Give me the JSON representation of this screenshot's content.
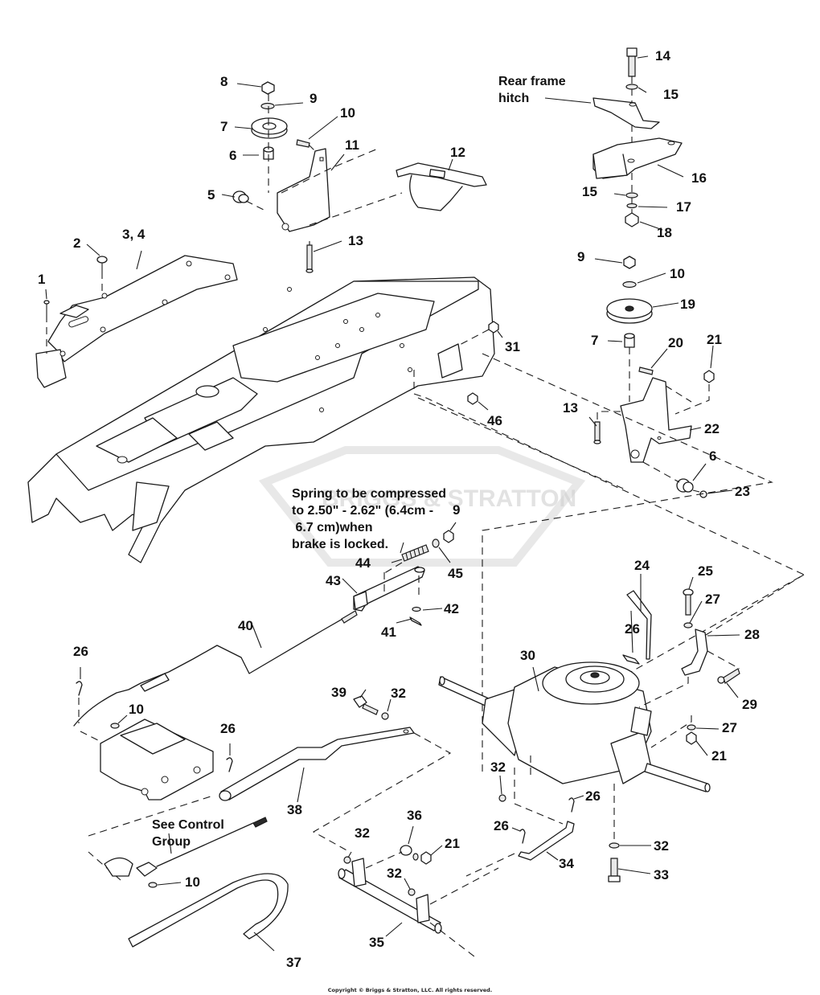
{
  "diagram": {
    "title": "Frame, Hitch & Brake Linkage Exploded Parts View",
    "accent_color": "#111111",
    "background_color": "#ffffff",
    "watermark_text": "BRIGGS & STRATTON",
    "notes": {
      "rear_frame_hitch": [
        "Rear frame",
        "hitch"
      ],
      "spring": [
        "Spring to be compressed",
        "to 2.50\" - 2.62\" (6.4cm -",
        " 6.7 cm)when",
        "brake is locked."
      ],
      "control_group": [
        "See Control",
        "Group"
      ]
    },
    "callouts": [
      {
        "id": "c1",
        "label": "1"
      },
      {
        "id": "c2",
        "label": "2"
      },
      {
        "id": "c3",
        "label": "3, 4"
      },
      {
        "id": "c5",
        "label": "5"
      },
      {
        "id": "c6a",
        "label": "6"
      },
      {
        "id": "c7a",
        "label": "7"
      },
      {
        "id": "c8",
        "label": "8"
      },
      {
        "id": "c9a",
        "label": "9"
      },
      {
        "id": "c10a",
        "label": "10"
      },
      {
        "id": "c11",
        "label": "11"
      },
      {
        "id": "c12",
        "label": "12"
      },
      {
        "id": "c13a",
        "label": "13"
      },
      {
        "id": "c14",
        "label": "14"
      },
      {
        "id": "c15a",
        "label": "15"
      },
      {
        "id": "c16",
        "label": "16"
      },
      {
        "id": "c15b",
        "label": "15"
      },
      {
        "id": "c17",
        "label": "17"
      },
      {
        "id": "c18",
        "label": "18"
      },
      {
        "id": "c9b",
        "label": "9"
      },
      {
        "id": "c10b",
        "label": "10"
      },
      {
        "id": "c19",
        "label": "19"
      },
      {
        "id": "c7b",
        "label": "7"
      },
      {
        "id": "c20",
        "label": "20"
      },
      {
        "id": "c21a",
        "label": "21"
      },
      {
        "id": "c13b",
        "label": "13"
      },
      {
        "id": "c22",
        "label": "22"
      },
      {
        "id": "c6b",
        "label": "6"
      },
      {
        "id": "c23",
        "label": "23"
      },
      {
        "id": "c31",
        "label": "31"
      },
      {
        "id": "c46",
        "label": "46"
      },
      {
        "id": "c9c",
        "label": "9"
      },
      {
        "id": "c44",
        "label": "44"
      },
      {
        "id": "c45",
        "label": "45"
      },
      {
        "id": "c43",
        "label": "43"
      },
      {
        "id": "c42",
        "label": "42"
      },
      {
        "id": "c41",
        "label": "41"
      },
      {
        "id": "c40",
        "label": "40"
      },
      {
        "id": "c26a",
        "label": "26"
      },
      {
        "id": "c10c",
        "label": "10"
      },
      {
        "id": "c26b",
        "label": "26"
      },
      {
        "id": "c39",
        "label": "39"
      },
      {
        "id": "c32a",
        "label": "32"
      },
      {
        "id": "c38",
        "label": "38"
      },
      {
        "id": "c10d",
        "label": "10"
      },
      {
        "id": "c37",
        "label": "37"
      },
      {
        "id": "c36",
        "label": "36"
      },
      {
        "id": "c32b",
        "label": "32"
      },
      {
        "id": "c21b",
        "label": "21"
      },
      {
        "id": "c32c",
        "label": "32"
      },
      {
        "id": "c35",
        "label": "35"
      },
      {
        "id": "c24",
        "label": "24"
      },
      {
        "id": "c25",
        "label": "25"
      },
      {
        "id": "c27a",
        "label": "27"
      },
      {
        "id": "c28",
        "label": "28"
      },
      {
        "id": "c26c",
        "label": "26"
      },
      {
        "id": "c30",
        "label": "30"
      },
      {
        "id": "c29",
        "label": "29"
      },
      {
        "id": "c27b",
        "label": "27"
      },
      {
        "id": "c21c",
        "label": "21"
      },
      {
        "id": "c32d",
        "label": "32"
      },
      {
        "id": "c26d",
        "label": "26"
      },
      {
        "id": "c26e",
        "label": "26"
      },
      {
        "id": "c34",
        "label": "34"
      },
      {
        "id": "c32e",
        "label": "32"
      },
      {
        "id": "c33",
        "label": "33"
      }
    ],
    "copyright": "Copyright © Briggs & Stratton, LLC. All rights reserved."
  }
}
